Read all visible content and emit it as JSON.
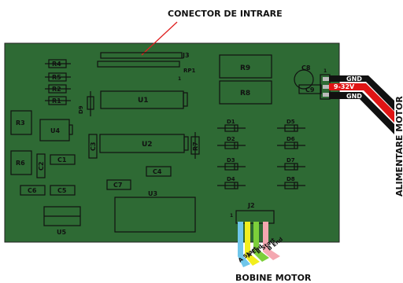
{
  "titles": {
    "connector": "CONECTOR DE INTRARE",
    "motor_supply": "ALIMENTARE MOTOR",
    "motor_coils": "BOBINE MOTOR"
  },
  "components": {
    "r4": "R4",
    "r5": "R5",
    "r2": "R2",
    "r1": "R1",
    "j3": "J3",
    "rp1": "RP1",
    "pin1_a": "1",
    "r9": "R9",
    "r8": "R8",
    "c8": "C8",
    "c9": "C9",
    "d9": "D9",
    "u1": "U1",
    "r3": "R3",
    "u4": "U4",
    "d1": "D1",
    "d2": "D2",
    "d3": "D3",
    "d4": "D4",
    "d5": "D5",
    "d6": "D6",
    "d7": "D7",
    "d8": "D8",
    "c3": "C3",
    "u2": "U2",
    "r7": "R7",
    "r6": "R6",
    "c2": "C2",
    "c1": "C1",
    "c4": "C4",
    "c7": "C7",
    "u3": "U3",
    "c6": "C6",
    "c5": "C5",
    "u5": "U5",
    "j2": "J2",
    "pin1_b": "1",
    "pin1_c": "1"
  },
  "power_wires": [
    "GND",
    "9-32V",
    "GND"
  ],
  "coil_wires": [
    "A Start",
    "A End",
    "B Start",
    "B End"
  ],
  "colors": {
    "board": "#2e6a34",
    "wire_black": "#111111",
    "wire_red": "#e01414",
    "coil_blue": "#6fc6ea",
    "coil_yellow": "#f2ee1e",
    "coil_green": "#7ccf3a",
    "coil_pink": "#f4a7b0",
    "arrow": "#e02020"
  }
}
